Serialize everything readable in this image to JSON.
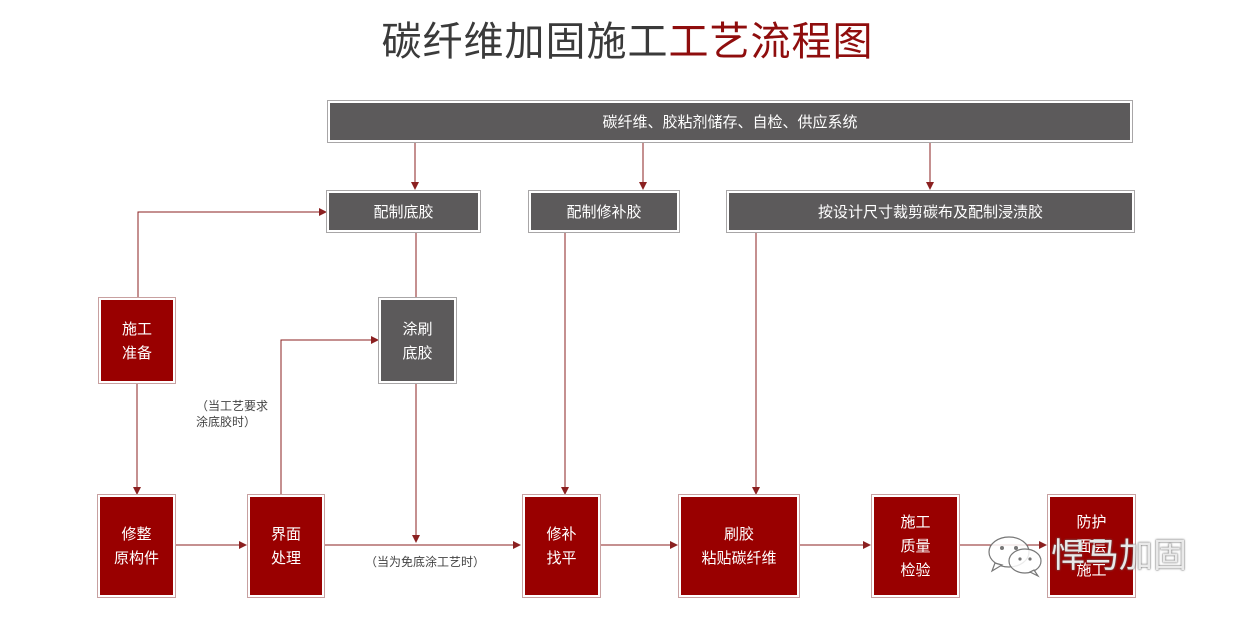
{
  "title": {
    "part1": "碳纤维加固施工",
    "part2": "工艺流程图"
  },
  "colors": {
    "grey": "#5c5a5b",
    "red": "#990000",
    "title_accent": "#8f0d0d",
    "line": "#8b2020"
  },
  "top_bar": "碳纤维、胶粘剂储存、自检、供应系统",
  "row2": {
    "primer": "配制底胶",
    "repair_glue": "配制修补胶",
    "cut_fabric": "按设计尺寸裁剪碳布及配制浸渍胶"
  },
  "left": {
    "prepare": "施工\n准备"
  },
  "coat_primer": "涂刷\n底胶",
  "notes": {
    "when_required": "（当工艺要求\n涂底胶时）",
    "when_exempt": "（当为免底涂工艺时）"
  },
  "bottom": {
    "repair_member": "修整\n原构件",
    "interface": "界面\n处理",
    "patch_level": "修补\n找平",
    "bond_fiber": "刷胶\n粘贴碳纤维",
    "quality": "施工\n质量\n检验",
    "protect": "防护\n面层\n施工"
  },
  "watermark": {
    "text": "悍马加固",
    "icon": "wechat-icon"
  }
}
